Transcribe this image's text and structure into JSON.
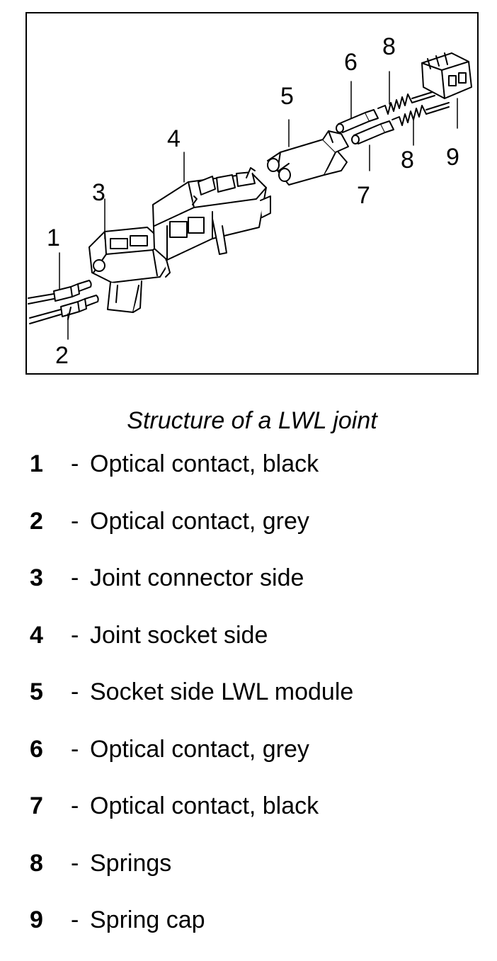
{
  "caption": "Structure of a LWL joint",
  "callouts": [
    "1",
    "2",
    "3",
    "4",
    "5",
    "6",
    "7",
    "8",
    "8",
    "9"
  ],
  "legend": [
    {
      "num": "1",
      "text": "Optical contact, black"
    },
    {
      "num": "2",
      "text": "Optical contact, grey"
    },
    {
      "num": "3",
      "text": "Joint connector side"
    },
    {
      "num": "4",
      "text": "Joint socket side"
    },
    {
      "num": "5",
      "text": "Socket side LWL module"
    },
    {
      "num": "6",
      "text": "Optical contact, grey"
    },
    {
      "num": "7",
      "text": "Optical contact, black"
    },
    {
      "num": "8",
      "text": "Springs"
    },
    {
      "num": "9",
      "text": "Spring cap"
    }
  ],
  "separator": "-"
}
